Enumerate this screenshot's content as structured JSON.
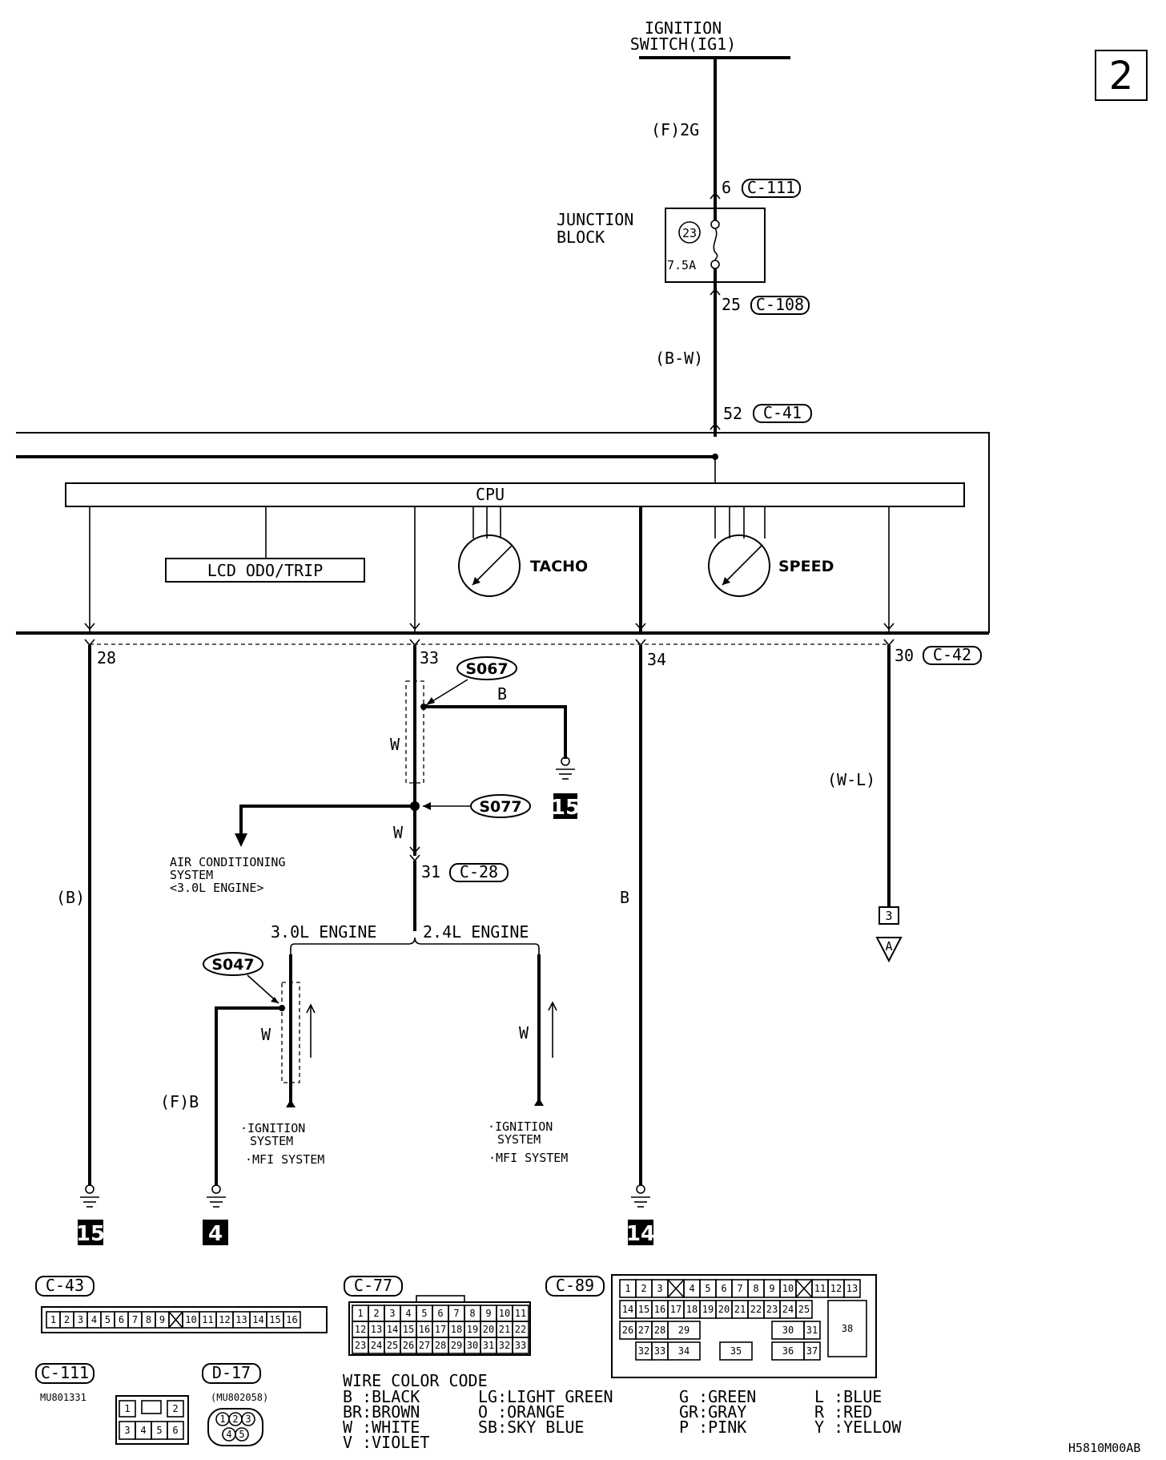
{
  "page_number": "2",
  "power": {
    "line1": "IGNITION",
    "line2": "SWITCH(IG1)"
  },
  "wires": {
    "top": "(F)2G",
    "mid": "(B-W)",
    "pin28": "(B)",
    "pin33_w1": "W",
    "pin33_w2": "W",
    "s067_b": "B",
    "pin34": "B",
    "pin30": "(W-L)",
    "s047_w": "W",
    "s047_fb": "(F)B",
    "engine24_w": "W"
  },
  "junction_block": {
    "line1": "JUNCTION",
    "line2": "BLOCK",
    "fuse_no": "23",
    "fuse_rating": "7.5A"
  },
  "connectors": {
    "c111_pin": "6",
    "c111": "C-111",
    "c108_pin": "25",
    "c108": "C-108",
    "c41_pin": "52",
    "c41": "C-41",
    "c42": "C-42",
    "c28_pin": "31",
    "c28": "C-28"
  },
  "meter": {
    "cpu": "CPU",
    "lcd": "LCD ODO/TRIP",
    "tacho": "TACHO",
    "speed": "SPEED",
    "pins": [
      "28",
      "33",
      "34",
      "30"
    ]
  },
  "splices": {
    "s067": "S067",
    "s077": "S077",
    "s047": "S047"
  },
  "grounds": {
    "g15a": "15",
    "g15b": "15",
    "g4": "4",
    "g14": "14"
  },
  "ac_system": {
    "line1": "AIR CONDITIONING",
    "line2": "SYSTEM",
    "line3": "<3.0L ENGINE>"
  },
  "engine_split": {
    "left": "3.0L ENGINE",
    "right": "2.4L ENGINE"
  },
  "systems": {
    "ignition1": "·IGNITION",
    "ignition2": "SYSTEM",
    "mfi": "·MFI SYSTEM"
  },
  "offpage": {
    "pin": "3",
    "ref": "A"
  },
  "connector_views": {
    "c43": {
      "name": "C-43",
      "pins": [
        "1",
        "2",
        "3",
        "4",
        "5",
        "6",
        "7",
        "8",
        "9",
        "",
        "10",
        "11",
        "12",
        "13",
        "14",
        "15",
        "16"
      ]
    },
    "c77": {
      "name": "C-77",
      "row1": [
        "1",
        "2",
        "3",
        "4",
        "5",
        "6",
        "7",
        "8",
        "9",
        "10",
        "11"
      ],
      "row2": [
        "12",
        "13",
        "14",
        "15",
        "16",
        "17",
        "18",
        "19",
        "20",
        "21",
        "22"
      ],
      "row3": [
        "23",
        "24",
        "25",
        "26",
        "27",
        "28",
        "29",
        "30",
        "31",
        "32",
        "33"
      ]
    },
    "c89": {
      "name": "C-89",
      "row1": [
        "1",
        "2",
        "3",
        "",
        "4",
        "5",
        "6",
        "7",
        "8",
        "9",
        "10",
        "",
        "11",
        "12",
        "13"
      ],
      "row2": [
        "14",
        "15",
        "16",
        "17",
        "18",
        "19",
        "20",
        "21",
        "22",
        "23",
        "24",
        "25"
      ],
      "row3": [
        "26",
        "27",
        "28",
        "29",
        "30",
        "31",
        "38"
      ],
      "row4": [
        "32",
        "33",
        "34",
        "35",
        "36",
        "37"
      ]
    },
    "c111": {
      "name": "C-111",
      "part": "MU801331",
      "pins": [
        "1",
        "2",
        "3",
        "4",
        "5",
        "6"
      ]
    },
    "d17": {
      "name": "D-17",
      "part": "(MU802058)",
      "pins": [
        "1",
        "2",
        "3",
        "4",
        "5"
      ]
    }
  },
  "wire_color_code": {
    "title": "WIRE COLOR CODE",
    "entries": [
      "B :BLACK",
      "LG:LIGHT GREEN",
      "G :GREEN",
      "L :BLUE",
      "BR:BROWN",
      "O :ORANGE",
      "GR:GRAY",
      "R :RED",
      "W :WHITE",
      "SB:SKY BLUE",
      "P :PINK",
      "Y :YELLOW",
      "V :VIOLET"
    ]
  },
  "figure_code": "H5810M00AB"
}
